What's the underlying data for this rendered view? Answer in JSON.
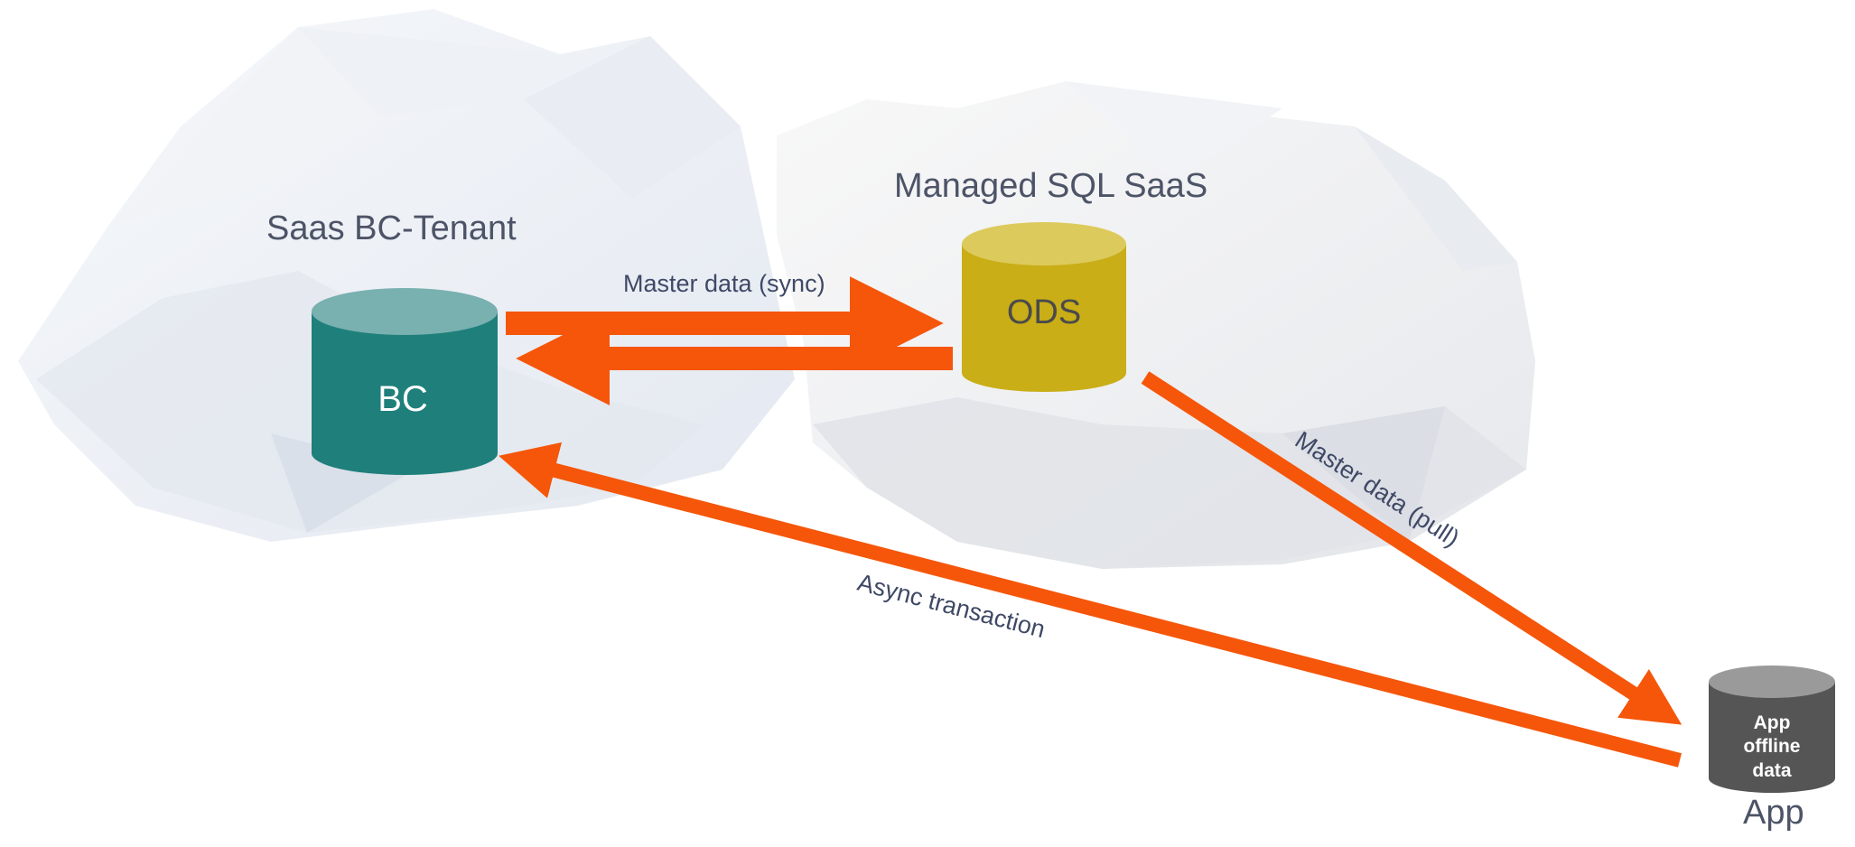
{
  "colors": {
    "arrow": "#f5560a",
    "bc_body": "#1f7f7b",
    "bc_top": "#79b0b0",
    "ods_body": "#c9ae17",
    "ods_top": "#dccb5c",
    "app_body": "#555555",
    "app_top": "#9a9a9a",
    "text": "#4d5467",
    "cloud_light": "#eef1f6",
    "cloud_mid": "#dde3ec"
  },
  "clouds": [
    {
      "name": "bc-tenant-cloud",
      "title": "Saas BC-Tenant"
    },
    {
      "name": "managed-sql-cloud",
      "title": "Managed SQL SaaS"
    }
  ],
  "databases": {
    "bc": {
      "label": "BC"
    },
    "ods": {
      "label": "ODS"
    },
    "app": {
      "label_lines": [
        "App",
        "offline",
        "data"
      ],
      "caption": "App"
    }
  },
  "arrows": {
    "sync": {
      "label": "Master data (sync)"
    },
    "pull": {
      "label": "Master data (pull)"
    },
    "async": {
      "label": "Async transaction"
    }
  }
}
